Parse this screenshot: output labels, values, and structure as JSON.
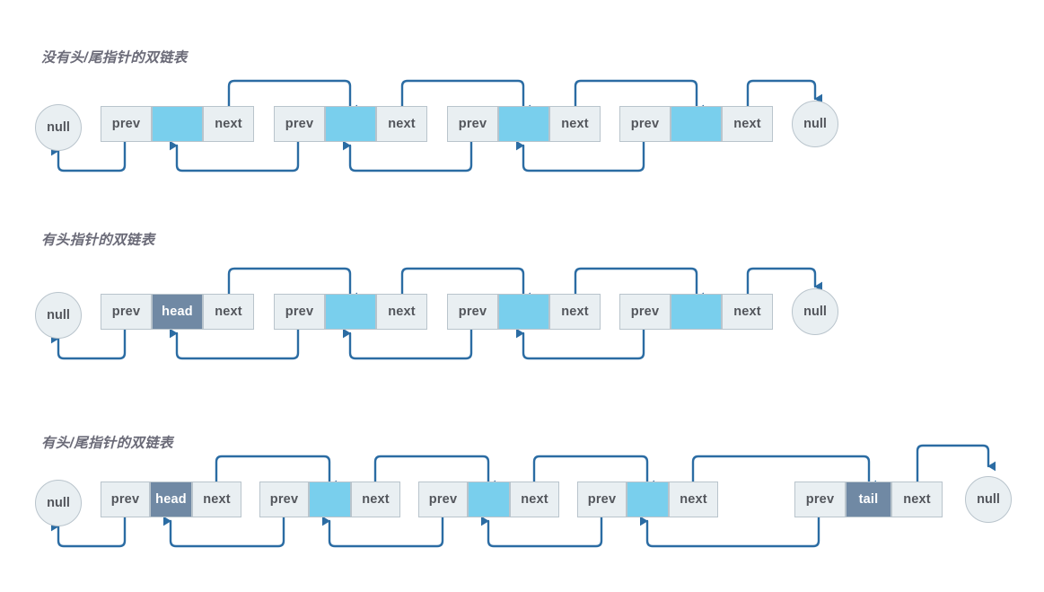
{
  "colors": {
    "wire": "#2b6ca3",
    "data_cell": "#79cfed",
    "named_cell": "#7089a4",
    "plain_cell": "#e9eff2",
    "cell_border": "#b9c4cc",
    "text": "#53565c",
    "title_text": "#6b6b78"
  },
  "labels": {
    "prev": "prev",
    "next": "next",
    "null": "null",
    "head": "head",
    "tail": "tail"
  },
  "sections": [
    {
      "id": "no-head-tail",
      "title": "没有头/尾指针的双链表",
      "node_count": 4,
      "nodes": [
        {
          "prev": "prev",
          "data": "",
          "next": "next"
        },
        {
          "prev": "prev",
          "data": "",
          "next": "next"
        },
        {
          "prev": "prev",
          "data": "",
          "next": "next"
        },
        {
          "prev": "prev",
          "data": "",
          "next": "next"
        }
      ],
      "left_null": "null",
      "right_null": "null"
    },
    {
      "id": "head-only",
      "title": "有头指针的双链表",
      "node_count": 4,
      "nodes": [
        {
          "prev": "prev",
          "data": "head",
          "next": "next"
        },
        {
          "prev": "prev",
          "data": "",
          "next": "next"
        },
        {
          "prev": "prev",
          "data": "",
          "next": "next"
        },
        {
          "prev": "prev",
          "data": "",
          "next": "next"
        }
      ],
      "left_null": "null",
      "right_null": "null"
    },
    {
      "id": "head-and-tail",
      "title": "有头/尾指针的双链表",
      "node_count": 5,
      "nodes": [
        {
          "prev": "prev",
          "data": "head",
          "next": "next"
        },
        {
          "prev": "prev",
          "data": "",
          "next": "next"
        },
        {
          "prev": "prev",
          "data": "",
          "next": "next"
        },
        {
          "prev": "prev",
          "data": "",
          "next": "next"
        },
        {
          "prev": "prev",
          "data": "tail",
          "next": "next"
        }
      ],
      "left_null": "null",
      "right_null": "null"
    }
  ]
}
